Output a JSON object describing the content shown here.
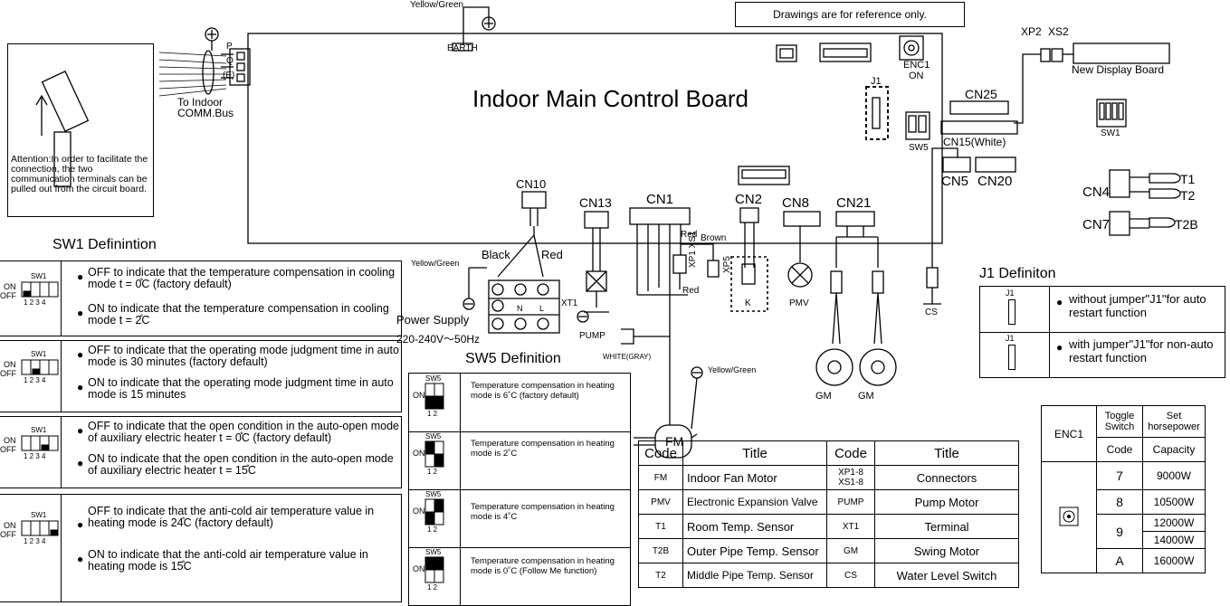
{
  "note": "Drawings are for reference only.",
  "board_title": "Indoor Main Control Board",
  "labels": {
    "yellow_green_top": "Yellow/Green",
    "earth": "EARTH",
    "p": "P",
    "q": "Q",
    "e": "(E)",
    "to_indoor": "To Indoor",
    "comm_bus": "COMM.Bus",
    "xp2": "XP2",
    "xs2": "XS2",
    "new_display": "New Display Board",
    "enc1": "ENC1",
    "on": "ON",
    "sw5": "SW5",
    "j1": "J1",
    "cn25": "CN25",
    "cn15": "CN15(White)",
    "sw1": "SW1",
    "cn5": "CN5",
    "cn20": "CN20",
    "cn4": "CN4",
    "cn7": "CN7",
    "t1": "T1",
    "t2": "T2",
    "t2b": "T2B",
    "cn10": "CN10",
    "cn13": "CN13",
    "cn1": "CN1",
    "cn2": "CN2",
    "cn8": "CN8",
    "cn21": "CN21",
    "black": "Black",
    "red": "Red",
    "red2": "Red",
    "brown": "Brown",
    "red3": "Red",
    "xp1xs1": "XP1 XS1",
    "xp5": "XP5",
    "yellow_green_left": "Yellow/Green",
    "xt1": "XT1",
    "n": "N",
    "l": "L",
    "power_supply": "Power Supply",
    "voltage": "220-240V～50Hz",
    "pump": "PUMP",
    "white_gray": "WHITE(GRAY)",
    "yellow_green_fm": "Yellow/Green",
    "fm": "FM",
    "pmv": "PMV",
    "k": "K",
    "cs": "CS",
    "gm1": "GM",
    "gm2": "GM"
  },
  "attention": "Attention:In order to facilitate the connection, the two communication terminals can be pulled out from the circuit board.",
  "sw1_title": "SW1 Definintion",
  "sw1_sym_labels": {
    "sw": "SW1",
    "on": "ON",
    "off": "OFF",
    "nums": "1 2 3 4"
  },
  "sw1_rows": [
    {
      "a": "OFF to indicate that the temperature compensation in cooling mode t = 0̊C (factory default)",
      "b": "ON to indicate that the temperature compensation in cooling mode t = 2̊C"
    },
    {
      "a": "OFF to indicate that the operating mode judgment time in auto mode is 30 minutes (factory default)",
      "b": "ON to indicate that the operating mode judgment time in auto mode is 15 minutes"
    },
    {
      "a": "OFF to indicate that the open condition in the auto-open mode of auxiliary electric heater t = 0̊C (factory default)",
      "b": "ON to indicate that the open condition in the auto-open mode of auxiliary electric heater t = 15̊C"
    },
    {
      "a": "OFF to indicate that the anti-cold air temperature value in heating mode is 24̊C (factory default)",
      "b": "ON to indicate that the anti-cold air temperature value in heating mode is 15̊C"
    }
  ],
  "sw5_title": "SW5 Definition",
  "sw5_sym_labels": {
    "sw": "SW5",
    "on": "ON",
    "nums": "1 2"
  },
  "sw5_rows": [
    "Temperature compensation in heating mode is 6˚C (factory default)",
    "Temperature compensation in heating mode is 2˚C",
    "Temperature compensation in heating mode is 4˚C",
    "Temperature compensation in heating mode is 0˚C (Follow Me function)"
  ],
  "j1_title": "J1 Definiton",
  "j1_rows": [
    {
      "sym": "J1",
      "text": "without jumper\"J1\"for auto restart  function"
    },
    {
      "sym": "J1",
      "text": "with jumper\"J1\"for non-auto restart function"
    }
  ],
  "code_table": {
    "headers": [
      "Code",
      "Title",
      "Code",
      "Title"
    ],
    "rows": [
      [
        "FM",
        "Indoor Fan Motor",
        "XP1-8 XS1-8",
        "Connectors"
      ],
      [
        "PMV",
        "Electronic Expansion Valve",
        "PUMP",
        "Pump Motor"
      ],
      [
        "T1",
        "Room Temp. Sensor",
        "XT1",
        "Terminal"
      ],
      [
        "T2B",
        "Outer Pipe Temp. Sensor",
        "GM",
        "Swing Motor"
      ],
      [
        "T2",
        "Middle Pipe Temp. Sensor",
        "CS",
        "Water Level Switch"
      ]
    ]
  },
  "enc_table": {
    "h1": "ENC1",
    "h2": "Toggle Switch",
    "h3": "Set horsepower",
    "sub1": "Code",
    "sub2": "Capacity",
    "rows": [
      {
        "code": "7",
        "cap": [
          "9000W"
        ]
      },
      {
        "code": "8",
        "cap": [
          "10500W"
        ]
      },
      {
        "code": "9",
        "cap": [
          "12000W",
          "14000W"
        ]
      },
      {
        "code": "A",
        "cap": [
          "16000W"
        ]
      }
    ]
  }
}
